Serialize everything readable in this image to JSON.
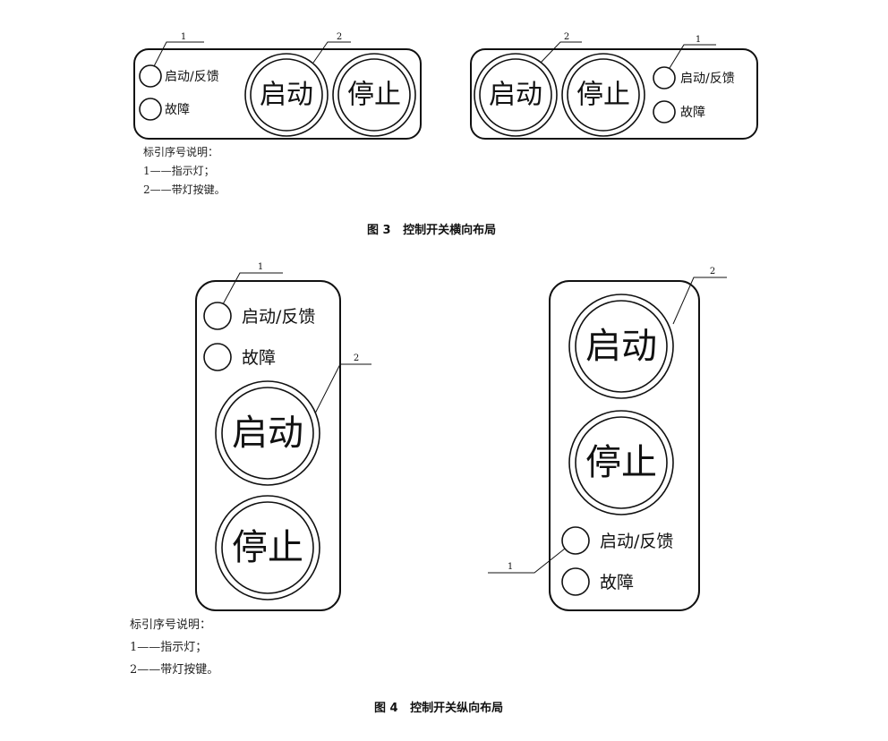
{
  "labels": {
    "start_button": "启动",
    "stop_button": "停止",
    "lamp_feedback": "启动/反馈",
    "lamp_fault": "故障",
    "callout_1": "1",
    "callout_2": "2"
  },
  "legend": {
    "title": "标引序号说明：",
    "item_1": "1——指示灯；",
    "item_2": "2——带灯按键。"
  },
  "captions": {
    "fig3": "图 3   控制开关横向布局",
    "fig4": "图 4   控制开关纵向布局"
  }
}
